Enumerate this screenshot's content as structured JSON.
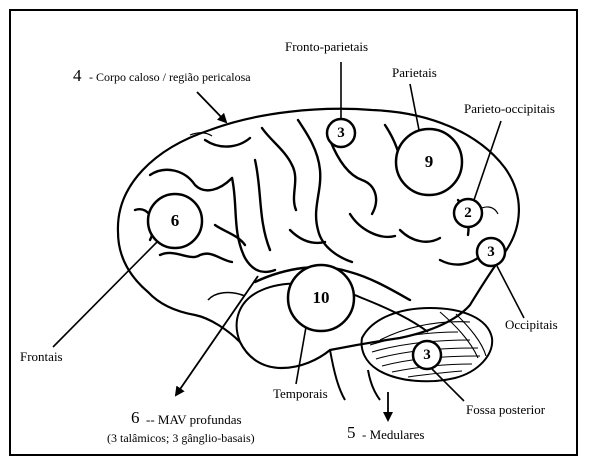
{
  "labels": {
    "fronto_parietais": "Fronto-parietais",
    "corpo_caloso_num": "4",
    "corpo_caloso_text": "- Corpo caloso / região pericalosa",
    "parietais": "Parietais",
    "parieto_occipitais": "Parieto-occipitais",
    "frontais": "Frontais",
    "occipitais": "Occipitais",
    "temporais": "Temporais",
    "fossa_posterior": "Fossa posterior",
    "mav_num": "6",
    "mav_text": "-- MAV profundas",
    "mav_detail": "(3 talâmicos; 3 gânglio-basais)",
    "medulares_num": "5",
    "medulares_text": "- Medulares"
  },
  "counts": {
    "frontal": "6",
    "fronto_parietal": "3",
    "parietal": "9",
    "parieto_occipital": "2",
    "occipital": "3",
    "temporal": "10",
    "fossa_posterior": "3"
  }
}
